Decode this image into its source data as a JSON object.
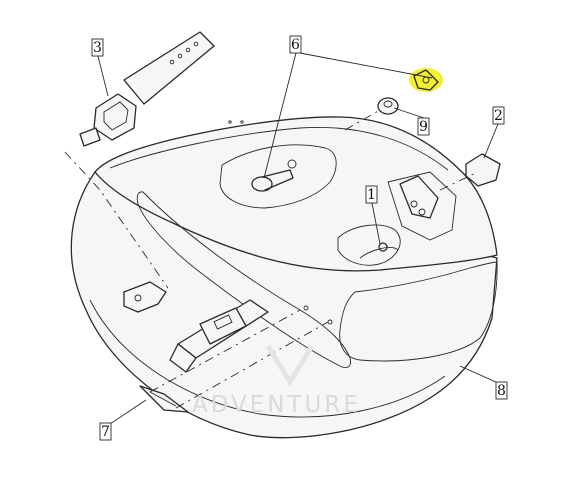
{
  "diagram": {
    "callouts": [
      {
        "id": "callout-1",
        "label": "1"
      },
      {
        "id": "callout-2",
        "label": "2"
      },
      {
        "id": "callout-3",
        "label": "3"
      },
      {
        "id": "callout-6",
        "label": "6"
      },
      {
        "id": "callout-7",
        "label": "7"
      },
      {
        "id": "callout-8",
        "label": "8"
      },
      {
        "id": "callout-9",
        "label": "9"
      }
    ],
    "watermark": "ADVENTURE",
    "colors": {
      "line": "#2a2a2a",
      "highlight": "#f2ee1a",
      "watermark": "#d9d9d9",
      "body_fill": "#f6f6f4"
    }
  }
}
